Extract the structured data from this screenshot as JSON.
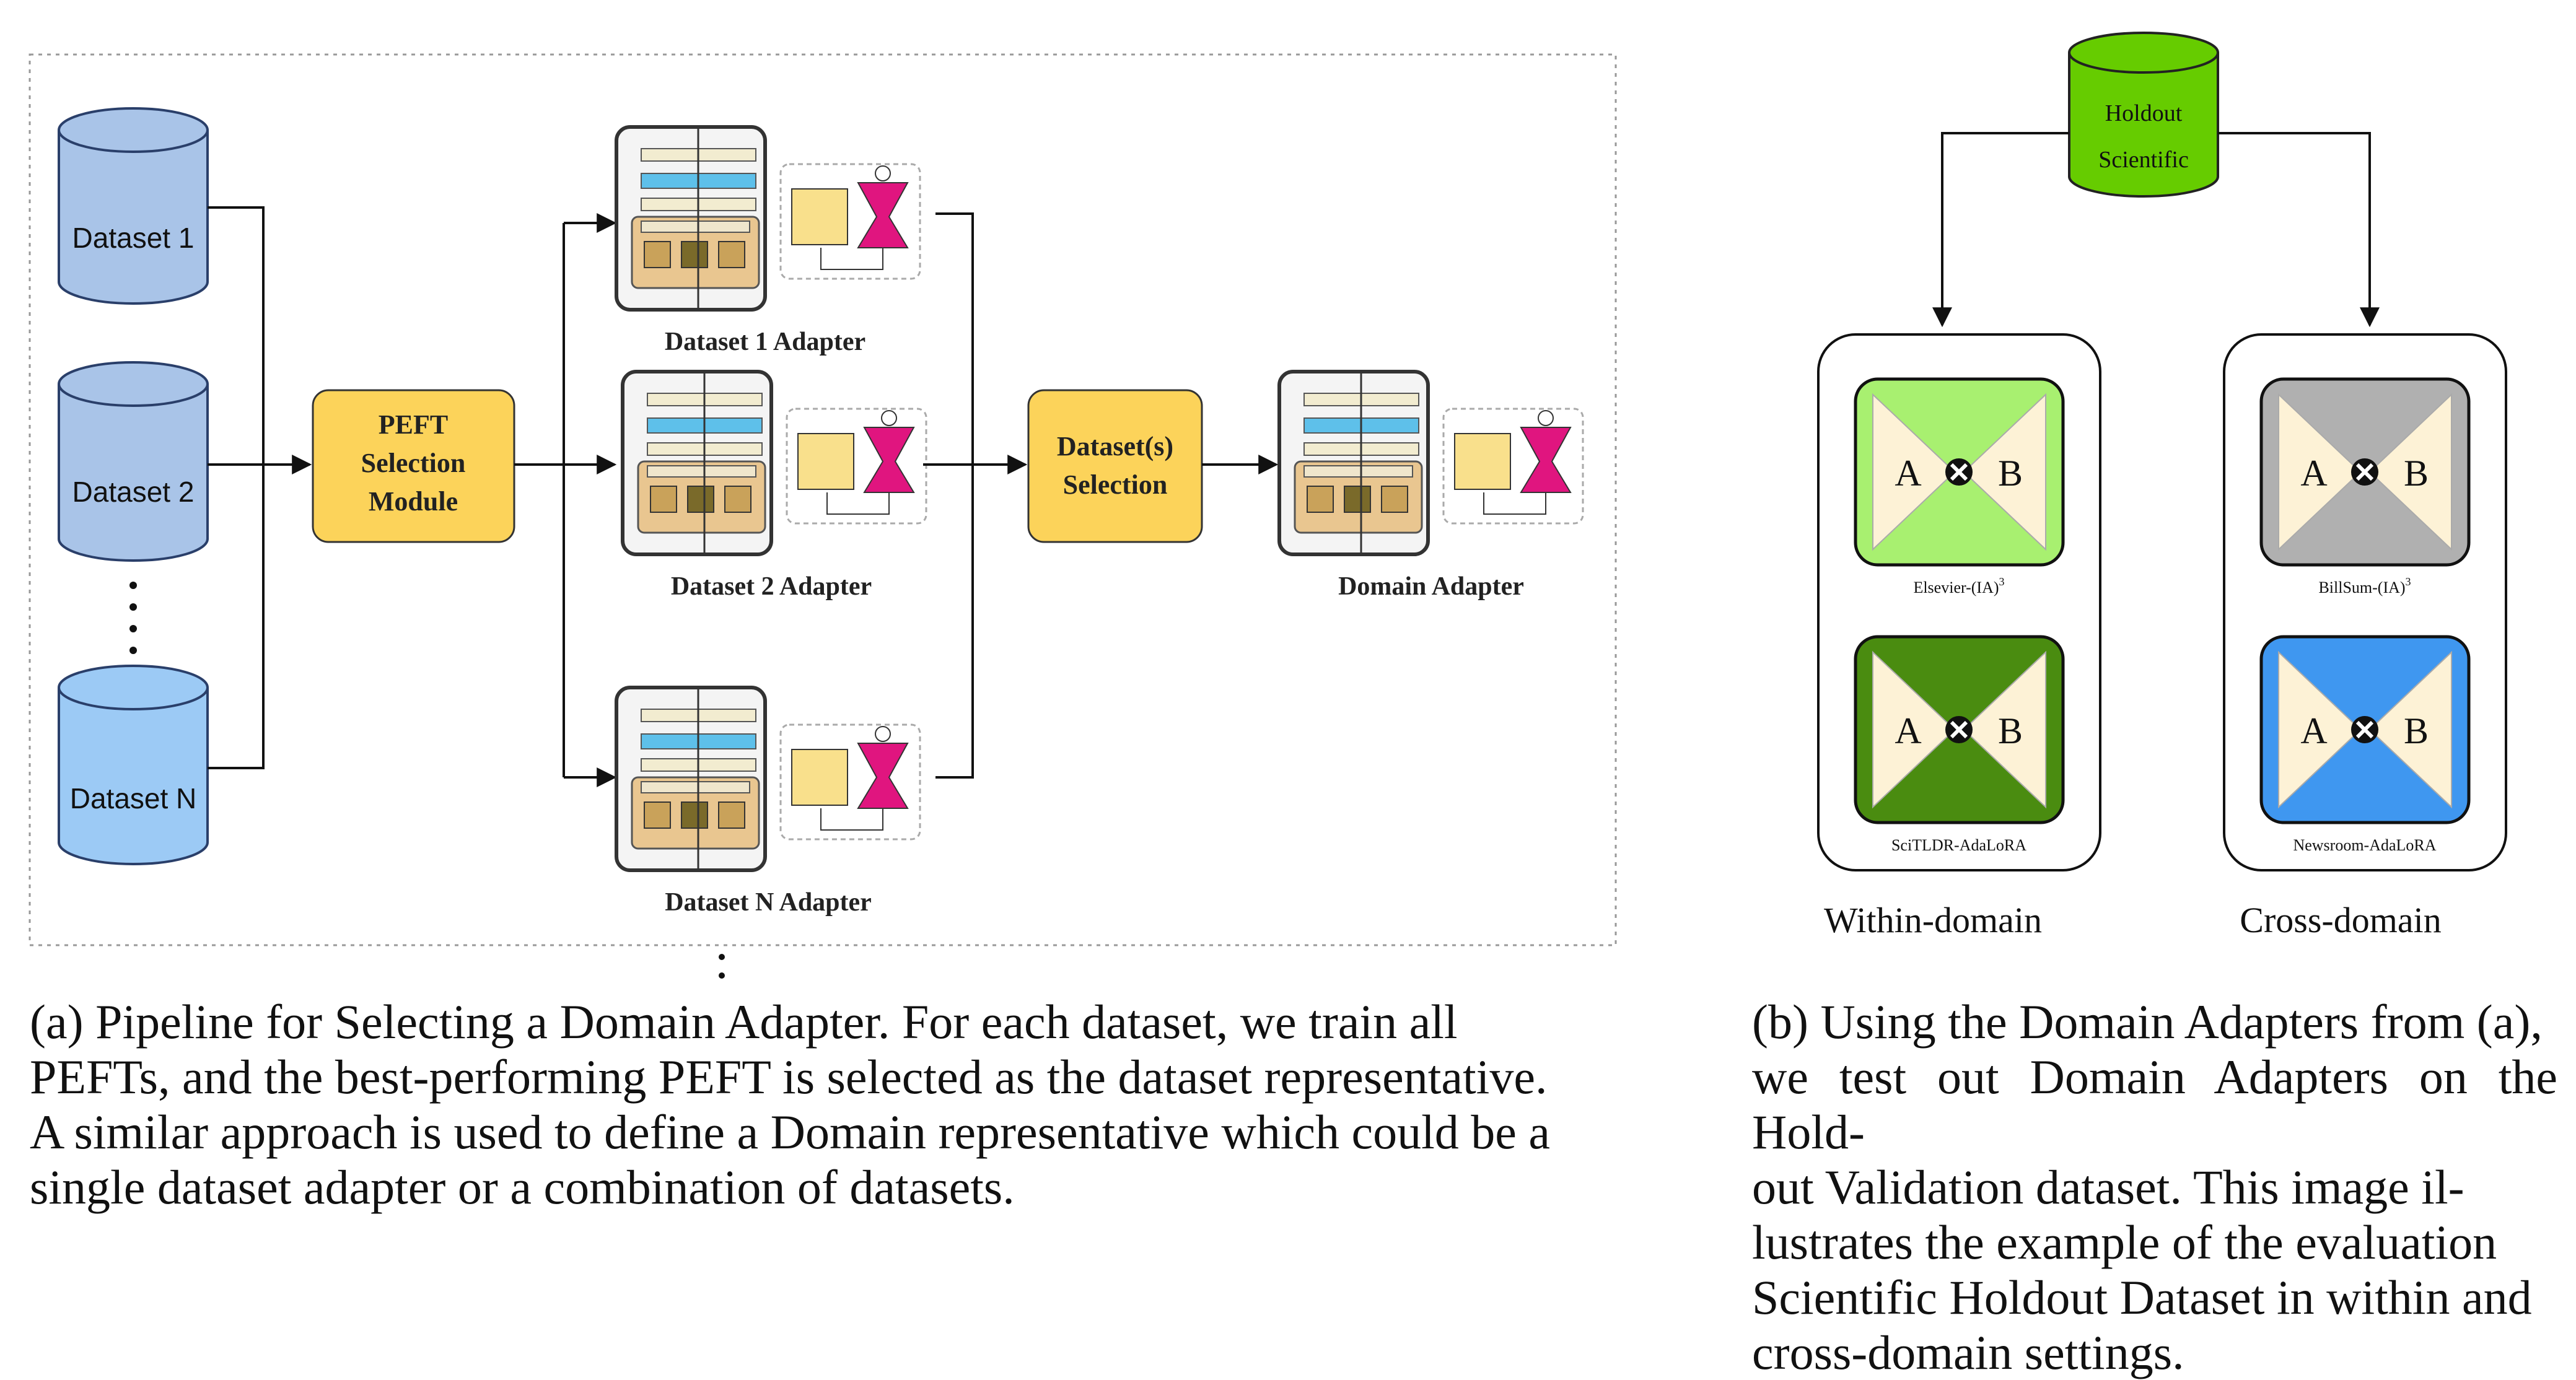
{
  "panel_a": {
    "datasets": [
      "Dataset 1",
      "Dataset 2",
      "Dataset N"
    ],
    "peft_module": [
      "PEFT",
      "Selection",
      "Module"
    ],
    "adapters": [
      "Dataset 1 Adapter",
      "Dataset 2 Adapter",
      "Dataset N Adapter"
    ],
    "dataset_selection": [
      "Dataset(s)",
      "Selection"
    ],
    "domain_adapter": "Domain Adapter",
    "caption_lines": [
      "(a)  Pipeline for Selecting a Domain Adapter.  For each dataset, we train all",
      "PEFTs, and the best-performing PEFT is selected as the dataset representative.",
      "A similar approach is used to define a Domain representative which could be a",
      "single dataset adapter or a combination of datasets."
    ]
  },
  "panel_b": {
    "holdout": [
      "Holdout",
      "Scientific"
    ],
    "groups": [
      {
        "title": "Within-domain",
        "adapters": [
          {
            "label": "Elsevier-(IA)",
            "sup": "3",
            "a": "A",
            "b": "B",
            "color": "#a8f070"
          },
          {
            "label": "SciTLDR-AdaLoRA",
            "sup": "",
            "a": "A",
            "b": "B",
            "color": "#4a8c10"
          }
        ]
      },
      {
        "title": "Cross-domain",
        "adapters": [
          {
            "label": "BillSum-(IA)",
            "sup": "3",
            "a": "A",
            "b": "B",
            "color": "#b0b0b0"
          },
          {
            "label": "Newsroom-AdaLoRA",
            "sup": "",
            "a": "A",
            "b": "B",
            "color": "#3f97f0"
          }
        ]
      }
    ],
    "caption_lines": [
      "(b) Using the Domain Adapters from (a),",
      "we test out Domain Adapters on the Hold-",
      "out  Validation  dataset.   This  image  il-",
      "lustrates  the  example  of  the  evaluation",
      "Scientific Holdout Dataset in within and",
      "cross-domain settings."
    ]
  },
  "colors": {
    "dataset_cylinder": "#a9c4e8",
    "peft_box": "#fcd35a",
    "holdout_green": "#66cc00",
    "adapter_pink": "#e0157f",
    "adapter_yellow": "#f9e08c"
  }
}
